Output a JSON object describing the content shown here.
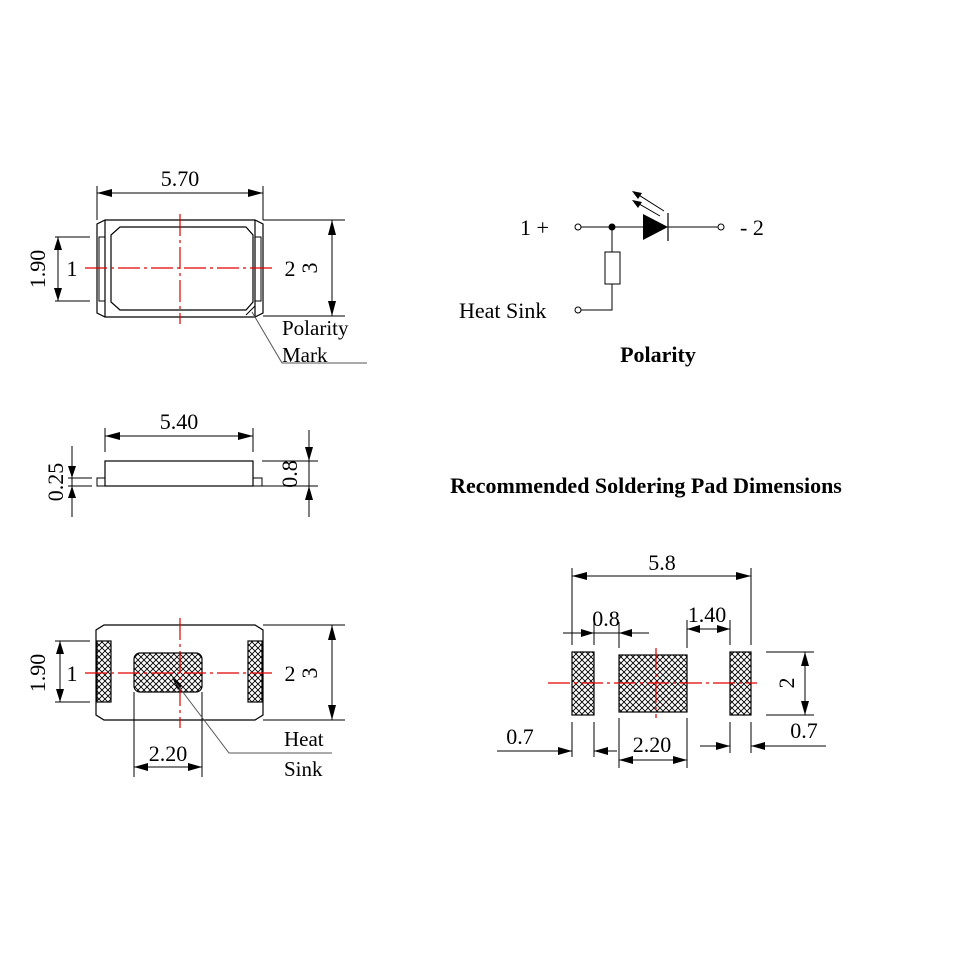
{
  "top_view": {
    "width_label": "5.70",
    "height_label": "3",
    "lead_height_label": "1.90",
    "pin1_label": "1",
    "pin2_label": "2",
    "polarity_mark_line1": "Polarity",
    "polarity_mark_line2": "Mark"
  },
  "side_view": {
    "body_width_label": "5.40",
    "lead_thickness_label": "0.25",
    "height_label": "0.8"
  },
  "bottom_view": {
    "height_label": "3",
    "lead_height_label": "1.90",
    "heat_sink_width_label": "2.20",
    "pin1_label": "1",
    "pin2_label": "2",
    "heat_sink_line1": "Heat",
    "heat_sink_line2": "Sink"
  },
  "schematic": {
    "anode_label": "1 +",
    "cathode_label": "-  2",
    "heat_sink_label": "Heat Sink",
    "title": "Polarity"
  },
  "pad_layout": {
    "title": "Recommended Soldering Pad Dimensions",
    "overall_width_label": "5.8",
    "inner_gap_label": "0.8",
    "outer_gap_label": "1.40",
    "pad_height_label": "2",
    "left_pad_width_label": "0.7",
    "center_pad_width_label": "2.20",
    "right_pad_width_label": "0.7"
  }
}
